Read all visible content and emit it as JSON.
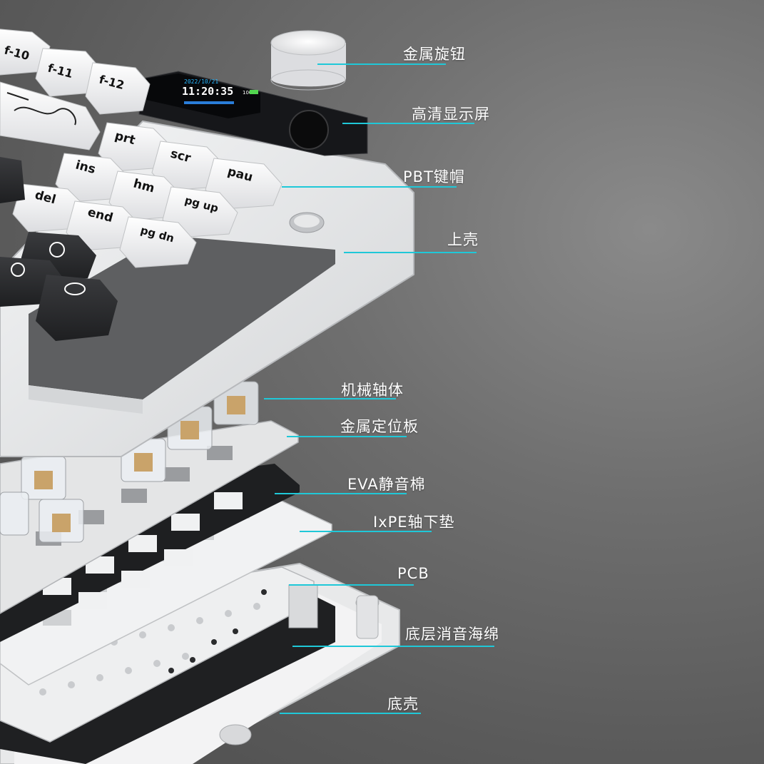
{
  "colors": {
    "accent_line": "#1fc8d8",
    "shell": "#e9eaeb",
    "shell_shadow": "#c9cbcd",
    "dark_key": "#2b2c2e",
    "foam": "#222325",
    "screen": "#0c0c0e"
  },
  "display": {
    "date": "2022/10/21",
    "time": "11:20:35",
    "battery": "100%"
  },
  "keycaps": {
    "f10": "f-10",
    "f11": "f-11",
    "f12": "f-12",
    "prt": "prt",
    "scr": "scr",
    "pau": "pau",
    "ins": "ins",
    "hm": "hm",
    "pgup": "pg up",
    "del": "del",
    "end": "end",
    "pgdn": "pg dn"
  },
  "callouts": [
    {
      "id": "knob",
      "text": "金属旋钮"
    },
    {
      "id": "screen",
      "text": "高清显示屏"
    },
    {
      "id": "keycaps",
      "text": "PBT键帽"
    },
    {
      "id": "top-case",
      "text": "上壳"
    },
    {
      "id": "switches",
      "text": "机械轴体"
    },
    {
      "id": "plate",
      "text": "金属定位板"
    },
    {
      "id": "eva",
      "text": "EVA静音棉"
    },
    {
      "id": "ixpe",
      "text": "IxPE轴下垫"
    },
    {
      "id": "pcb",
      "text": "PCB"
    },
    {
      "id": "bottom-foam",
      "text": "底层消音海绵"
    },
    {
      "id": "bottom-case",
      "text": "底壳"
    }
  ]
}
